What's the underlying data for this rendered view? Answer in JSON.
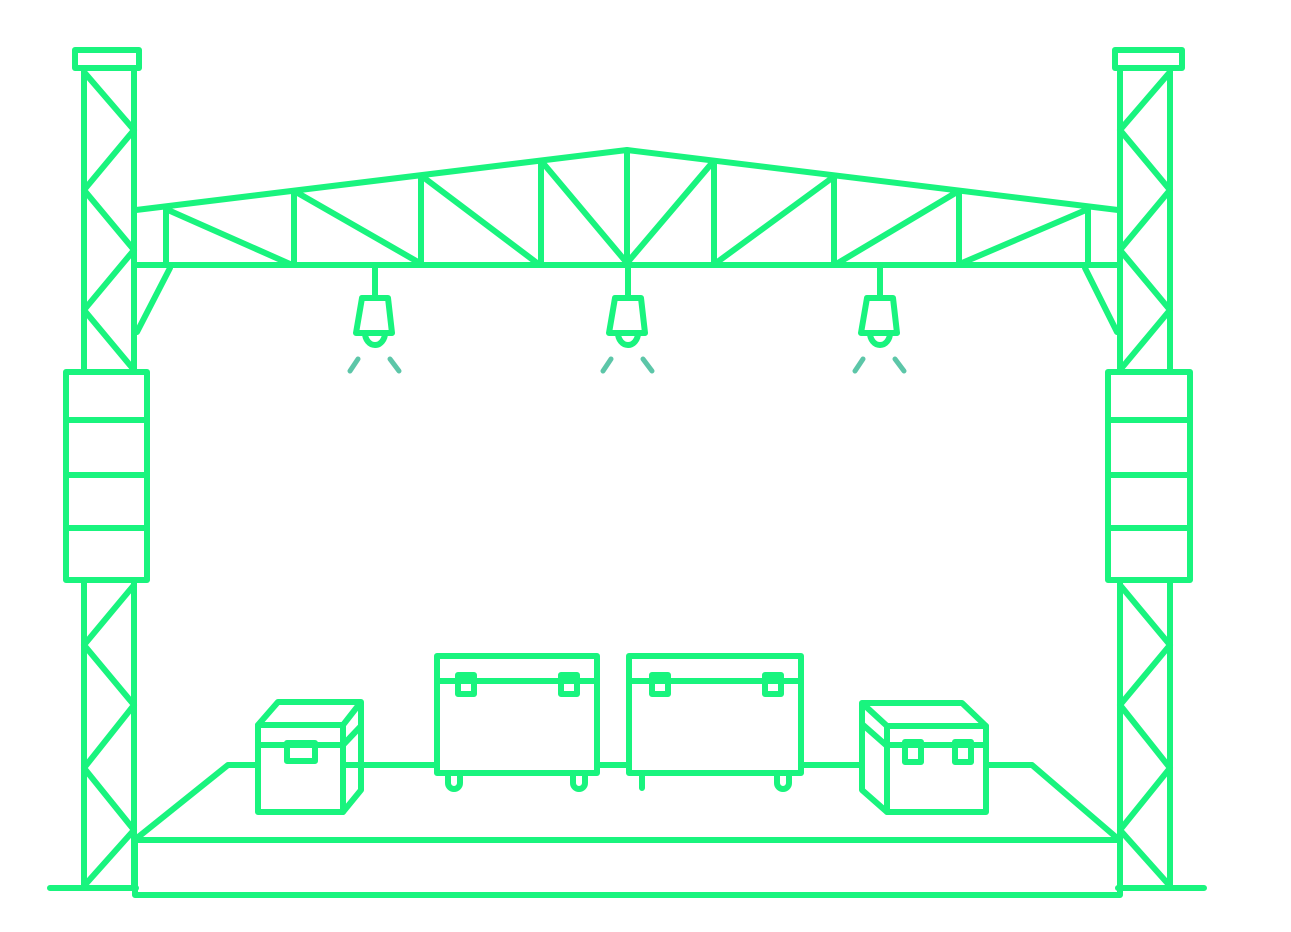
{
  "illustration": {
    "subject": "stage-truss-with-lights-and-flight-cases",
    "colors": {
      "line": "#19F47E",
      "light_ray": "#5CC6A8",
      "background": "#FFFFFF"
    },
    "lights_count": 3,
    "cases_count": 4
  }
}
